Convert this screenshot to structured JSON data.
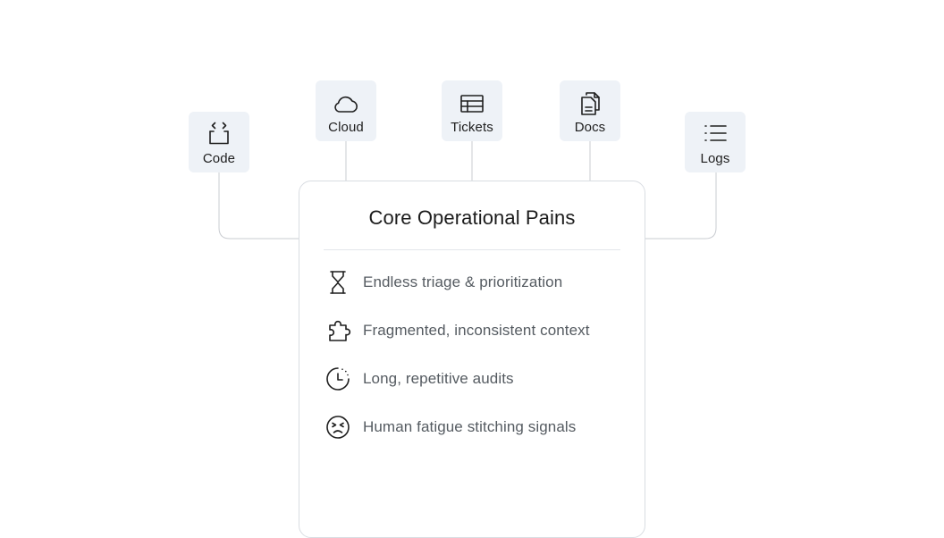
{
  "sources": [
    {
      "key": "code",
      "label": "Code",
      "icon": "code-icon"
    },
    {
      "key": "cloud",
      "label": "Cloud",
      "icon": "cloud-icon"
    },
    {
      "key": "tickets",
      "label": "Tickets",
      "icon": "table-icon"
    },
    {
      "key": "docs",
      "label": "Docs",
      "icon": "documents-icon"
    },
    {
      "key": "logs",
      "label": "Logs",
      "icon": "list-icon"
    }
  ],
  "panel": {
    "title": "Core Operational Pains",
    "items": [
      {
        "label": "Endless triage & prioritization",
        "icon": "hourglass-icon"
      },
      {
        "label": "Fragmented, inconsistent context",
        "icon": "puzzle-piece-icon"
      },
      {
        "label": "Long, repetitive audits",
        "icon": "timer-icon"
      },
      {
        "label": "Human fatigue stitching signals",
        "icon": "frustrated-face-icon"
      }
    ]
  },
  "colors": {
    "node_background": "#eef2f7",
    "connector": "#c9ccd1",
    "panel_border": "#d9dde2",
    "title_text": "#1c1c1c",
    "item_text": "#555b61",
    "icon_stroke": "#1f1f1f"
  }
}
